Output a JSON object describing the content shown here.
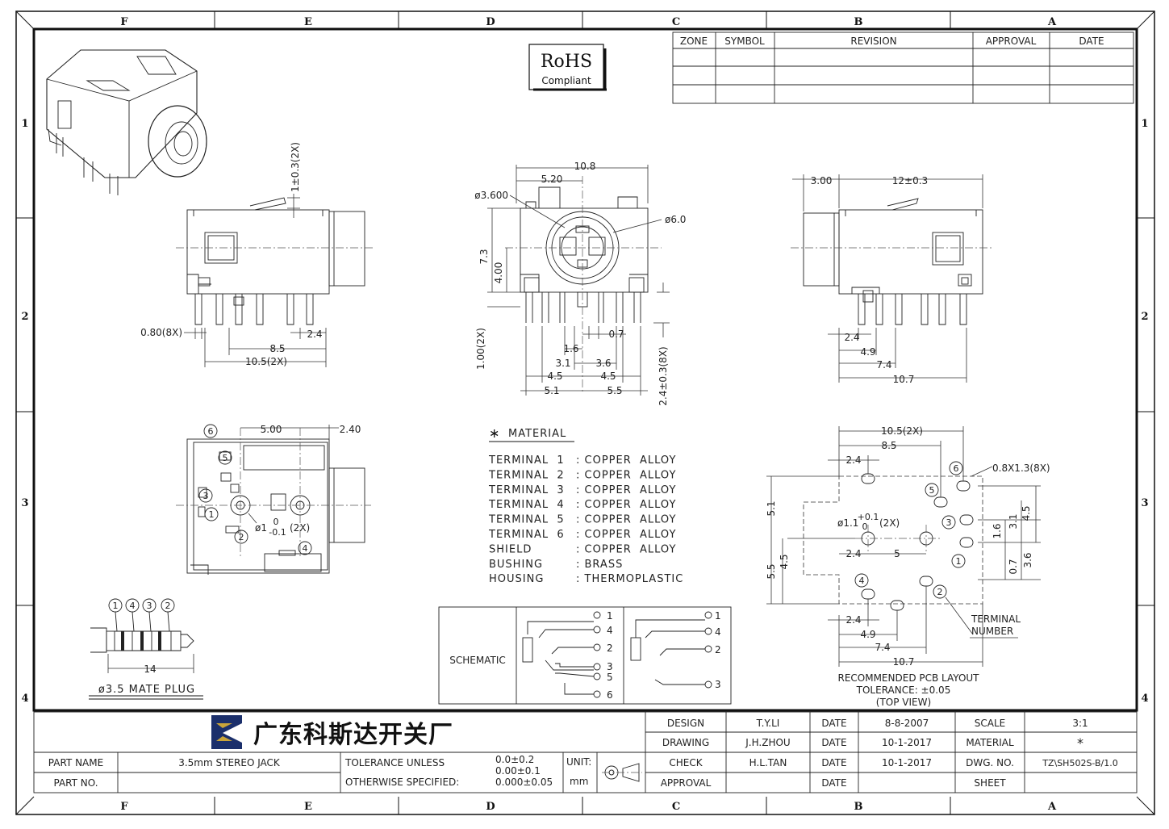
{
  "zones": {
    "top": [
      "F",
      "E",
      "D",
      "C",
      "B",
      "A"
    ],
    "bottom": [
      "F",
      "E",
      "D",
      "C",
      "B",
      "A"
    ],
    "left": [
      "1",
      "2",
      "3",
      "4"
    ],
    "right": [
      "1",
      "2",
      "3",
      "4"
    ]
  },
  "revision_table": {
    "headers": [
      "ZONE",
      "SYMBOL",
      "REVISION",
      "APPROVAL",
      "DATE"
    ]
  },
  "rohs": {
    "title": "RoHS",
    "subtitle": "Compliant"
  },
  "dims": {
    "side_left": [
      "1±0.3(2X)",
      "0.80(8X)",
      "2.4",
      "8.5",
      "10.5(2X)"
    ],
    "front": [
      "10.8",
      "5.20",
      "ø3.600",
      "ø6.0",
      "7.3",
      "4.00",
      "1.00(2X)",
      "0.7",
      "1.6",
      "3.1",
      "3.6",
      "4.5",
      "4.5",
      "5.1",
      "5.5",
      "2.4±0.3(8X)"
    ],
    "side_right": [
      "3.00",
      "12±0.3",
      "2.4",
      "4.9",
      "7.4",
      "10.7"
    ],
    "bottom": [
      "5.00",
      "2.40",
      "ø1",
      "0",
      "-0.1",
      "(2X)"
    ],
    "pcb": [
      "10.5(2X)",
      "8.5",
      "2.4",
      "0.8X1.3(8X)",
      "5.1",
      "ø1.1",
      "+0.1",
      "0",
      "(2X)",
      "4.5",
      "3.1",
      "1.6",
      "2.4",
      "5",
      "5.5",
      "4.5",
      "0.7",
      "3.6",
      "2.4",
      "4.9",
      "7.4",
      "10.7"
    ],
    "plug": [
      "14"
    ]
  },
  "terminal_labels": [
    "1",
    "2",
    "3",
    "4",
    "5",
    "6"
  ],
  "plug_terminals": [
    "1",
    "4",
    "3",
    "2"
  ],
  "plug_label": "ø3.5 MATE PLUG",
  "material": {
    "title": "MATERIAL",
    "rows": [
      {
        "part": "TERMINAL  1",
        "mat": ": COPPER  ALLOY"
      },
      {
        "part": "TERMINAL  2",
        "mat": ": COPPER  ALLOY"
      },
      {
        "part": "TERMINAL  3",
        "mat": ": COPPER  ALLOY"
      },
      {
        "part": "TERMINAL  4",
        "mat": ": COPPER  ALLOY"
      },
      {
        "part": "TERMINAL  5",
        "mat": ": COPPER  ALLOY"
      },
      {
        "part": "TERMINAL  6",
        "mat": ": COPPER  ALLOY"
      },
      {
        "part": "SHIELD",
        "mat": ": COPPER  ALLOY"
      },
      {
        "part": "BUSHING",
        "mat": ": BRASS"
      },
      {
        "part": "HOUSING",
        "mat": ": THERMOPLASTIC"
      }
    ]
  },
  "schematic": {
    "label": "SCHEMATIC",
    "left_pins": [
      "1",
      "4",
      "2",
      "3",
      "5",
      "6"
    ],
    "right_pins": [
      "1",
      "4",
      "2",
      "3"
    ]
  },
  "pcb_layout": {
    "title": "RECOMMENDED  PCB  LAYOUT",
    "tolerance": "TOLERANCE: ±0.05",
    "view": "(TOP  VIEW)",
    "terminal_note_1": "TERMINAL",
    "terminal_note_2": "NUMBER"
  },
  "title_block": {
    "company": "广东科斯达开关厂",
    "part_name_label": "PART NAME",
    "part_name": "3.5mm  STEREO  JACK",
    "part_no_label": "PART NO.",
    "tolerance_label_1": "TOLERANCE  UNLESS",
    "tolerance_label_2": "OTHERWISE  SPECIFIED:",
    "tol_1": "0.0±0.2",
    "tol_2": "0.00±0.1",
    "tol_3": "0.000±0.05",
    "unit_label": "UNIT:",
    "unit": "mm",
    "design_label": "DESIGN",
    "design": "T.Y.LI",
    "drawing_label": "DRAWING",
    "drawing": "J.H.ZHOU",
    "check_label": "CHECK",
    "check": "H.L.TAN",
    "approval_label": "APPROVAL",
    "date_label": "DATE",
    "date_design": "8-8-2007",
    "date_drawing": "10-1-2017",
    "date_check": "10-1-2017",
    "scale_label": "SCALE",
    "scale": "3:1",
    "material_label": "MATERIAL",
    "material": "*",
    "dwg_label": "DWG. NO.",
    "dwg": "TZ\\SH502S-B/1.0",
    "sheet_label": "SHEET"
  }
}
